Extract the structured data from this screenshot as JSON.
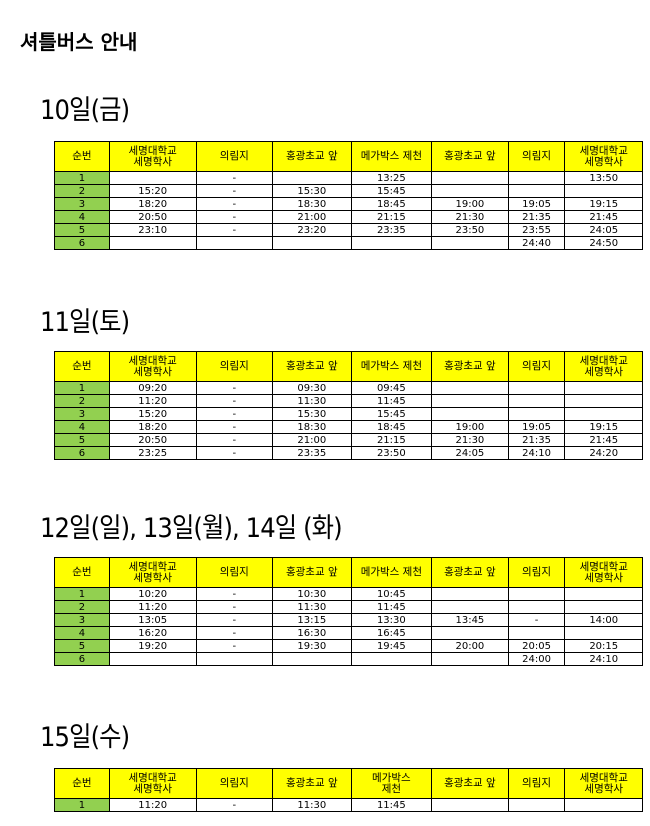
{
  "page_title": "셔틀버스 안내",
  "columns": [
    "순번",
    "세명대학교\n세명학사",
    "의림지",
    "홍광초교 앞",
    "메가박스 제천",
    "홍광초교 앞",
    "의림지",
    "세명대학교\n세명학사"
  ],
  "columns_s4": [
    "순번",
    "세명대학교\n세명학사",
    "의림지",
    "홍광초교 앞",
    "메가박스\n제천",
    "홍광초교 앞",
    "의림지",
    "세명대학교\n세명학사"
  ],
  "sections": [
    {
      "title": "10일(금)",
      "rows": [
        [
          "1",
          "",
          "-",
          "",
          "13:25",
          "",
          "",
          "13:50"
        ],
        [
          "2",
          "15:20",
          "-",
          "15:30",
          "15:45",
          "",
          "",
          ""
        ],
        [
          "3",
          "18:20",
          "-",
          "18:30",
          "18:45",
          "19:00",
          "19:05",
          "19:15"
        ],
        [
          "4",
          "20:50",
          "-",
          "21:00",
          "21:15",
          "21:30",
          "21:35",
          "21:45"
        ],
        [
          "5",
          "23:10",
          "-",
          "23:20",
          "23:35",
          "23:50",
          "23:55",
          "24:05"
        ],
        [
          "6",
          "",
          "",
          "",
          "",
          "",
          "24:40",
          "24:50"
        ]
      ]
    },
    {
      "title": "11일(토)",
      "rows": [
        [
          "1",
          "09:20",
          "-",
          "09:30",
          "09:45",
          "",
          "",
          ""
        ],
        [
          "2",
          "11:20",
          "-",
          "11:30",
          "11:45",
          "",
          "",
          ""
        ],
        [
          "3",
          "15:20",
          "-",
          "15:30",
          "15:45",
          "",
          "",
          ""
        ],
        [
          "4",
          "18:20",
          "-",
          "18:30",
          "18:45",
          "19:00",
          "19:05",
          "19:15"
        ],
        [
          "5",
          "20:50",
          "-",
          "21:00",
          "21:15",
          "21:30",
          "21:35",
          "21:45"
        ],
        [
          "6",
          "23:25",
          "-",
          "23:35",
          "23:50",
          "24:05",
          "24:10",
          "24:20"
        ]
      ]
    },
    {
      "title": "12일(일), 13일(월), 14일 (화)",
      "rows": [
        [
          "1",
          "10:20",
          "-",
          "10:30",
          "10:45",
          "",
          "",
          ""
        ],
        [
          "2",
          "11:20",
          "-",
          "11:30",
          "11:45",
          "",
          "",
          ""
        ],
        [
          "3",
          "13:05",
          "-",
          "13:15",
          "13:30",
          "13:45",
          "-",
          "14:00"
        ],
        [
          "4",
          "16:20",
          "-",
          "16:30",
          "16:45",
          "",
          "",
          ""
        ],
        [
          "5",
          "19:20",
          "-",
          "19:30",
          "19:45",
          "20:00",
          "20:05",
          "20:15"
        ],
        [
          "6",
          "",
          "",
          "",
          "",
          "",
          "24:00",
          "24:10"
        ]
      ]
    },
    {
      "title": "15일(수)",
      "rows": [
        [
          "1",
          "11:20",
          "-",
          "11:30",
          "11:45",
          "",
          "",
          ""
        ]
      ]
    }
  ],
  "colors": {
    "header_bg": "#ffff00",
    "number_bg": "#92d050"
  }
}
